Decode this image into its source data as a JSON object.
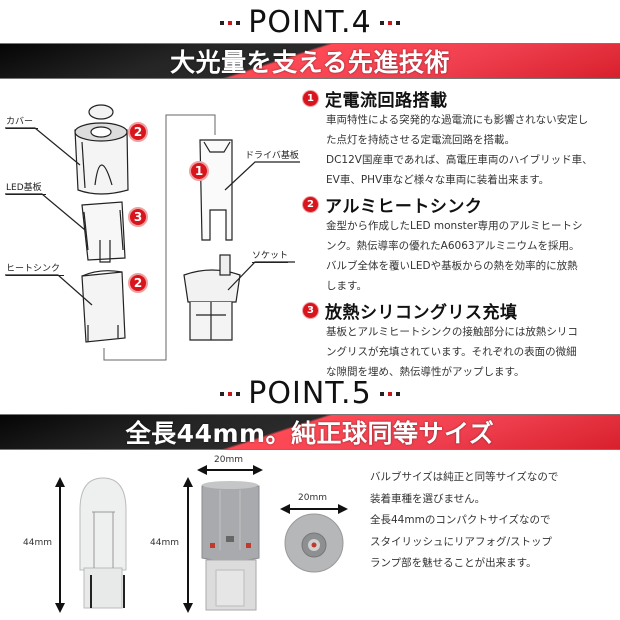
{
  "point4": {
    "heading": "POINT.4",
    "banner": "大光量を支える先進技術",
    "diagram": {
      "labels": {
        "cover": "カバー",
        "led_board": "LED基板",
        "heatsink": "ヒートシンク",
        "driver_board": "ドライバ基板",
        "socket": "ソケット"
      },
      "badges": {
        "cover": "2",
        "led_board": "3",
        "heatsink": "2",
        "driver_board": "1"
      }
    },
    "features": [
      {
        "number": "1",
        "title": "定電流回路搭載",
        "lines": [
          "車両特性による突発的な過電流にも影響されない安定し",
          "た点灯を持続させる定電流回路を搭載。",
          "DC12V国産車であれば、高電圧車両のハイブリッド車、",
          "EV車、PHV車など様々な車両に装着出来ます。"
        ]
      },
      {
        "number": "2",
        "title": "アルミヒートシンク",
        "lines": [
          "金型から作成したLED monster専用のアルミヒートシ",
          "ンク。熱伝導率の優れたA6063アルミニウムを採用。",
          "バルブ全体を覆いLEDや基板からの熱を効率的に放熱",
          "します。"
        ]
      },
      {
        "number": "3",
        "title": "放熱シリコングリス充填",
        "lines": [
          "基板とアルミヒートシンクの接触部分には放熱シリコ",
          "ングリスが充填されています。それぞれの表面の微細",
          "な隙間を埋め、熱伝導性がアップします。"
        ]
      }
    ]
  },
  "point5": {
    "heading": "POINT.5",
    "banner": "全長44mm。純正球同等サイズ",
    "dimensions": {
      "halogen_height": "44mm",
      "led_height": "44mm",
      "led_width": "20mm",
      "led_diameter": "20mm"
    },
    "description": [
      "バルブサイズは純正と同等サイズなので",
      "装着車種を選びません。",
      "全長44mmのコンパクトサイズなので",
      "スタイリッシュにリアフォグ/ストップ",
      "ランプ部を魅せることが出来ます。"
    ]
  },
  "colors": {
    "accent_red": "#d8141c",
    "banner_dark": "#111111",
    "banner_red": "#f04050"
  }
}
